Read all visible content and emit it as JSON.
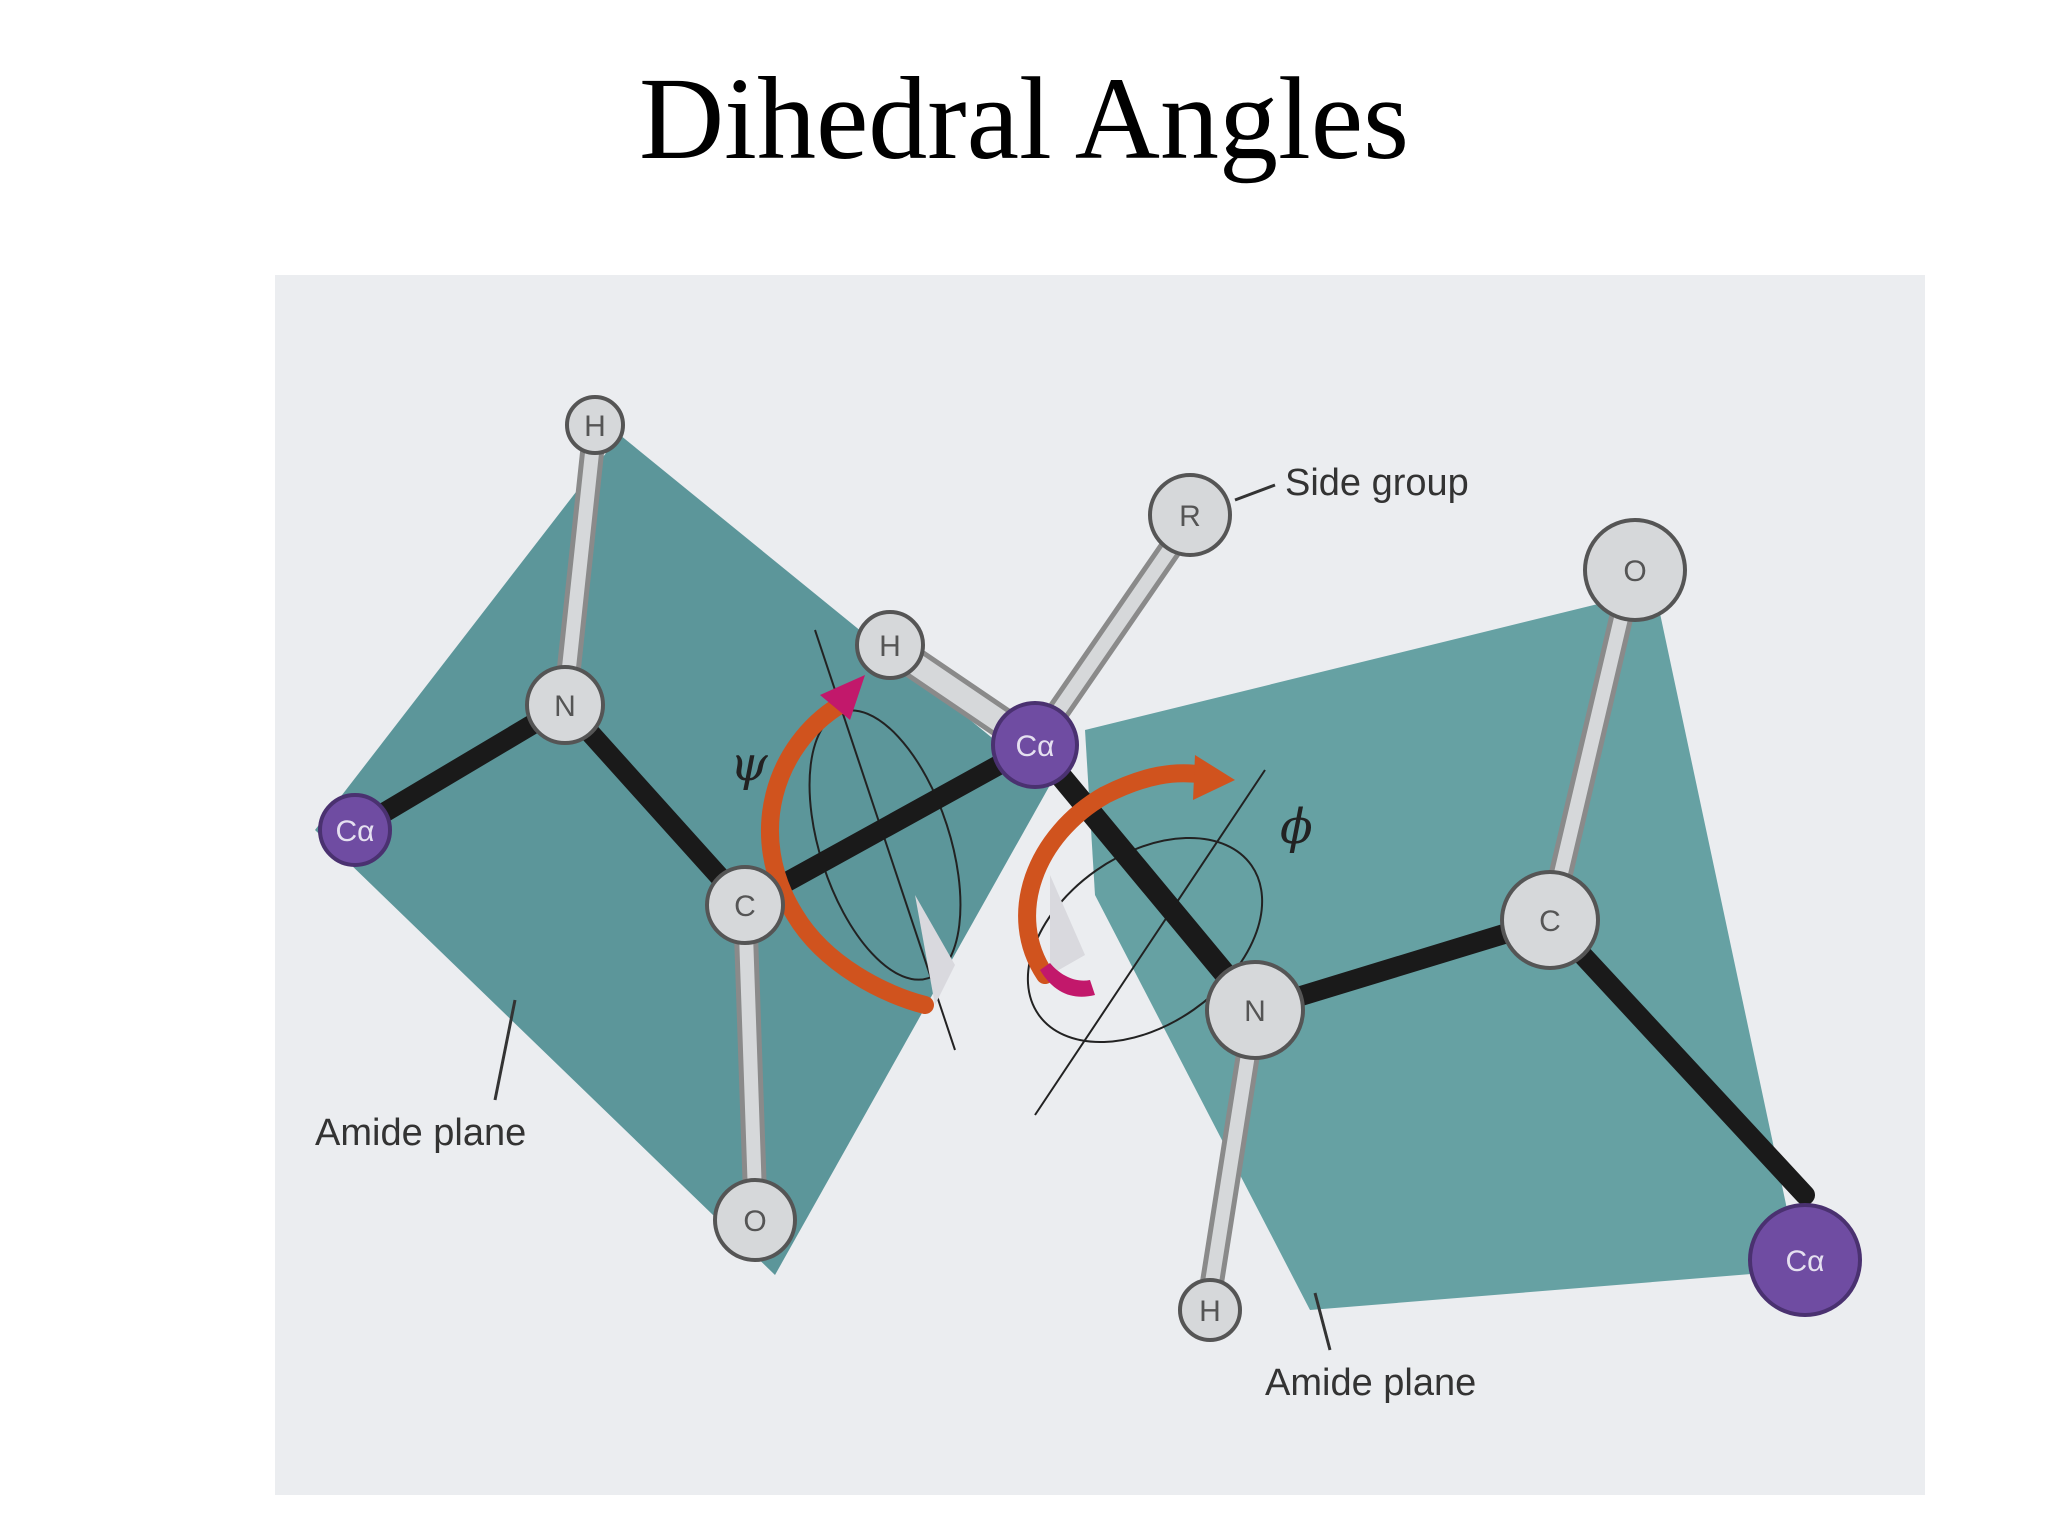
{
  "title": "Dihedral Angles",
  "labels": {
    "side_group": "Side group",
    "amide_plane_left": "Amide plane",
    "amide_plane_right": "Amide plane",
    "psi": "ψ",
    "phi": "ϕ"
  },
  "atoms": {
    "h_top_left": "H",
    "n_left": "N",
    "ca_far_left": "Cα",
    "c_left": "C",
    "o_left": "O",
    "h_center": "H",
    "r_side": "R",
    "ca_center": "Cα",
    "o_right": "O",
    "c_right": "C",
    "n_right": "N",
    "h_bottom_right": "H",
    "ca_far_right": "Cα"
  },
  "colors": {
    "plane": "#4f8e93",
    "carbon_alpha": "#6f4ca2",
    "atom": "#d6d8da",
    "bond_dark": "#1a1a1a",
    "arrow": "#d0531e",
    "arrow_tip": "#c2186b",
    "background": "#ebedf0"
  }
}
